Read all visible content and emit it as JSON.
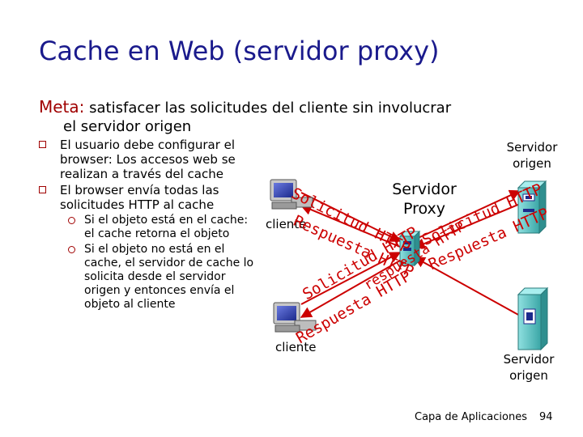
{
  "title": "Cache en Web (servidor proxy)",
  "goal": {
    "keyword": "Meta:",
    "line1": "satisfacer las solicitudes del cliente sin involucrar",
    "line2": "el servidor origen"
  },
  "bullets": [
    "El usuario debe configurar el browser: Los accesos web se realizan a través del cache",
    "El browser envía todas las solicitudes HTTP al cache"
  ],
  "sub_bullets": [
    "Si el objeto está en el cache: el cache retorna el objeto",
    "Si el objeto no está en el cache, el servidor de cache lo solicita desde el servidor origen y entonces envía el objeto al cliente"
  ],
  "diagram": {
    "proxy_label": "Servidor Proxy",
    "clients": [
      "cliente",
      "cliente"
    ],
    "origin_servers": [
      "Servidor origen",
      "Servidor origen"
    ],
    "arrow_labels": {
      "client1_request": "Solicitud HTTP",
      "client1_response": "Respuesta HTTP",
      "client2_request": "Solicitud HTTP",
      "client2_response": "Respuesta HTTP",
      "origin1_request": "Solicitud HTTP",
      "origin1_response": "Respuesta HTTP",
      "origin2_response": "respuesta HTTP"
    },
    "colors": {
      "arrow": "#cc0000",
      "tower": "#5fc4c4",
      "bullet": "#a00000",
      "title": "#1a1a8c"
    }
  },
  "footer": {
    "section": "Capa de Aplicaciones",
    "page": "94"
  }
}
